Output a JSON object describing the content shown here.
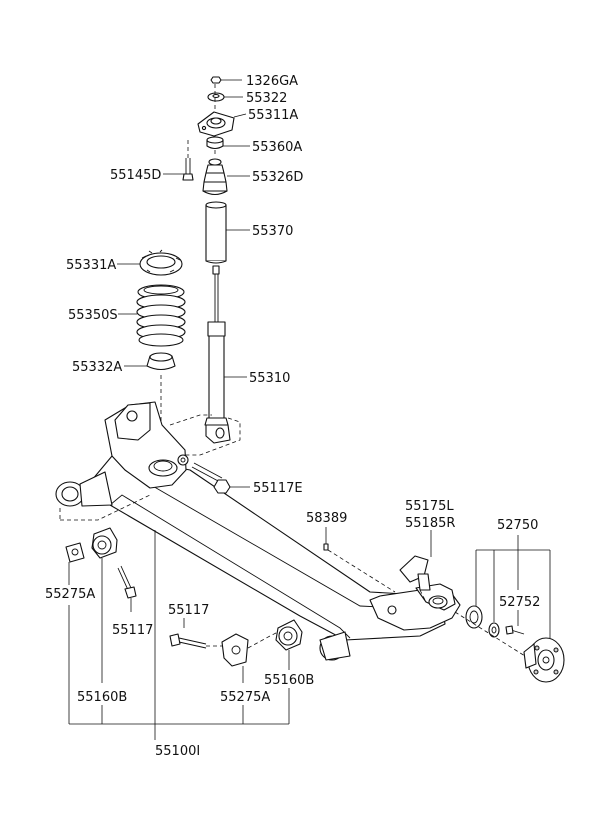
{
  "labels": {
    "p1326GA": "1326GA",
    "p55322": "55322",
    "p55311A": "55311A",
    "p55360A": "55360A",
    "p55145D": "55145D",
    "p55326D": "55326D",
    "p55370": "55370",
    "p55331A": "55331A",
    "p55350S": "55350S",
    "p55332A": "55332A",
    "p55310": "55310",
    "p55117E": "55117E",
    "p58389": "58389",
    "p55175L": "55175L",
    "p55185R": "55185R",
    "p52750": "52750",
    "p52752": "52752",
    "p55275A_left": "55275A",
    "p55117_left": "55117",
    "p55117_center": "55117",
    "p55160B_left": "55160B",
    "p55275A_center": "55275A",
    "p55160B_right": "55160B",
    "p55100I": "55100I"
  }
}
